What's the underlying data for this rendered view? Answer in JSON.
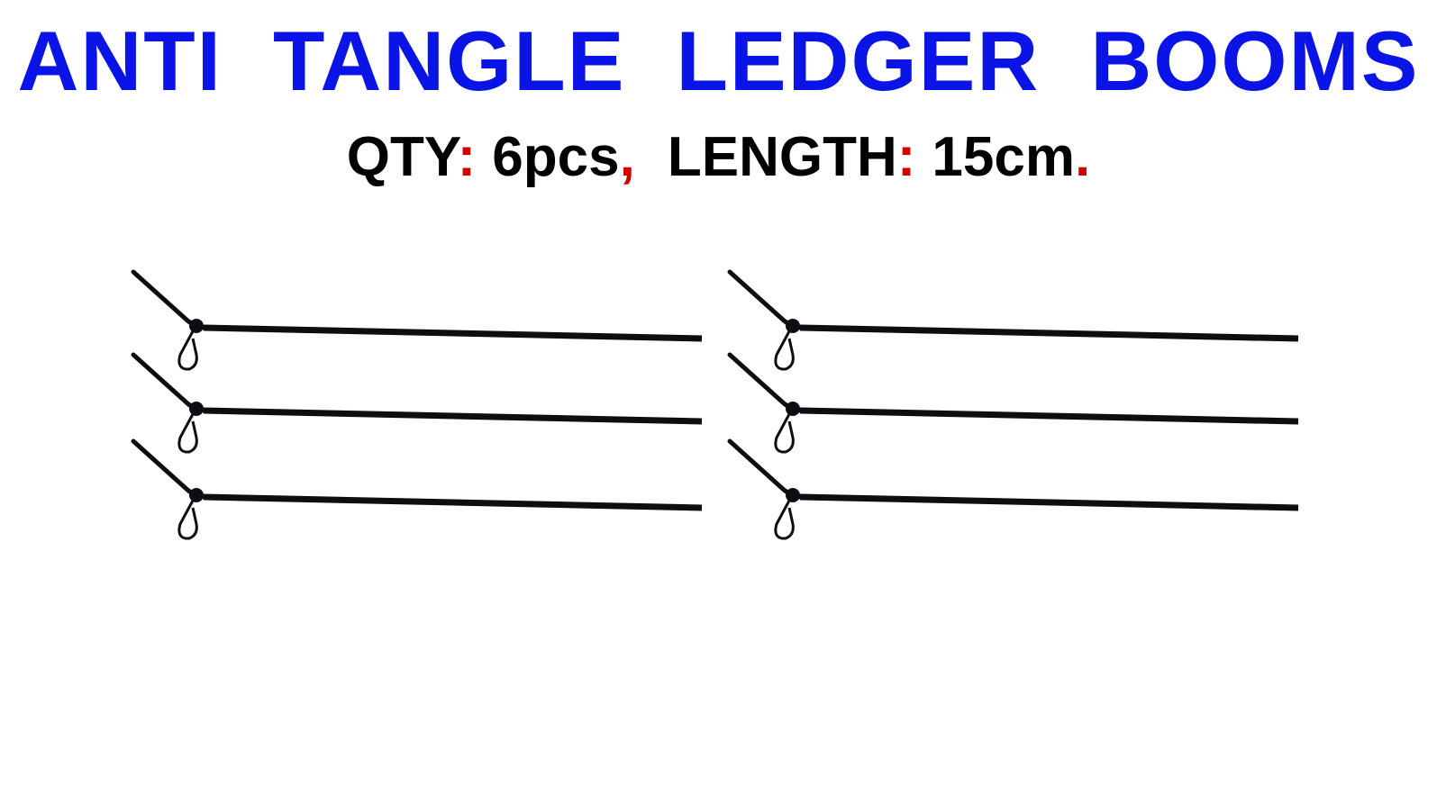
{
  "title": {
    "text": "ANTI TANGLE LEDGER BOOMS",
    "color": "#0a14e6"
  },
  "specs": {
    "qty_label": "QTY",
    "qty_value": "6pcs",
    "length_label": "LENGTH",
    "length_value": "15cm",
    "colon": ":",
    "comma": ",",
    "period": ".",
    "label_color": "#000000",
    "punct_color": "#d40000"
  },
  "product": {
    "item_count": 6,
    "icon": "ledger-boom-with-swivel-clip",
    "wire_color": "#0d0d12"
  }
}
